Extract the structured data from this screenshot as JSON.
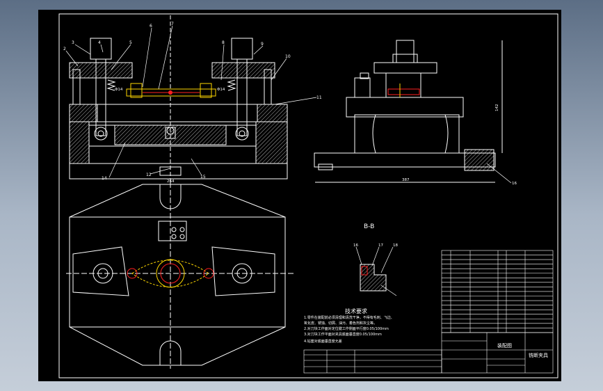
{
  "section_label": "B-B",
  "tech_title": "技术要求",
  "tech_notes": [
    "1.零件在装配前必须清理和清洗干净，不得有毛刺、飞边、",
    "  氧化皮、锈蚀、切屑、油污、着色剂和灰尘等。",
    "2.对刀块工作面对定位键工作侧面平行度0.05/100mm",
    "3.对刀块工作平面对夹具底面垂直度0.05/100mm",
    "4.钻套对底面垂直度允差"
  ],
  "title_block": {
    "drawing_type": "装配图",
    "drawing_name": "铣断夹具"
  },
  "balloons_front": [
    "2",
    "3",
    "4",
    "5",
    "6",
    "7",
    "8",
    "9",
    "10",
    "11",
    "12",
    "14",
    "15"
  ],
  "balloons_side": [
    "16"
  ],
  "balloons_section": [
    "16",
    "17",
    "18"
  ],
  "dim_labels": {
    "left_phi": "Φ14",
    "right_phi": "Φ14",
    "side_height": "142",
    "side_width": "387",
    "front_bottom": "264"
  },
  "colors": {
    "background": "#000000",
    "line": "#ffffff",
    "highlight_red": "#ff2020",
    "highlight_yellow": "#ffd800"
  }
}
